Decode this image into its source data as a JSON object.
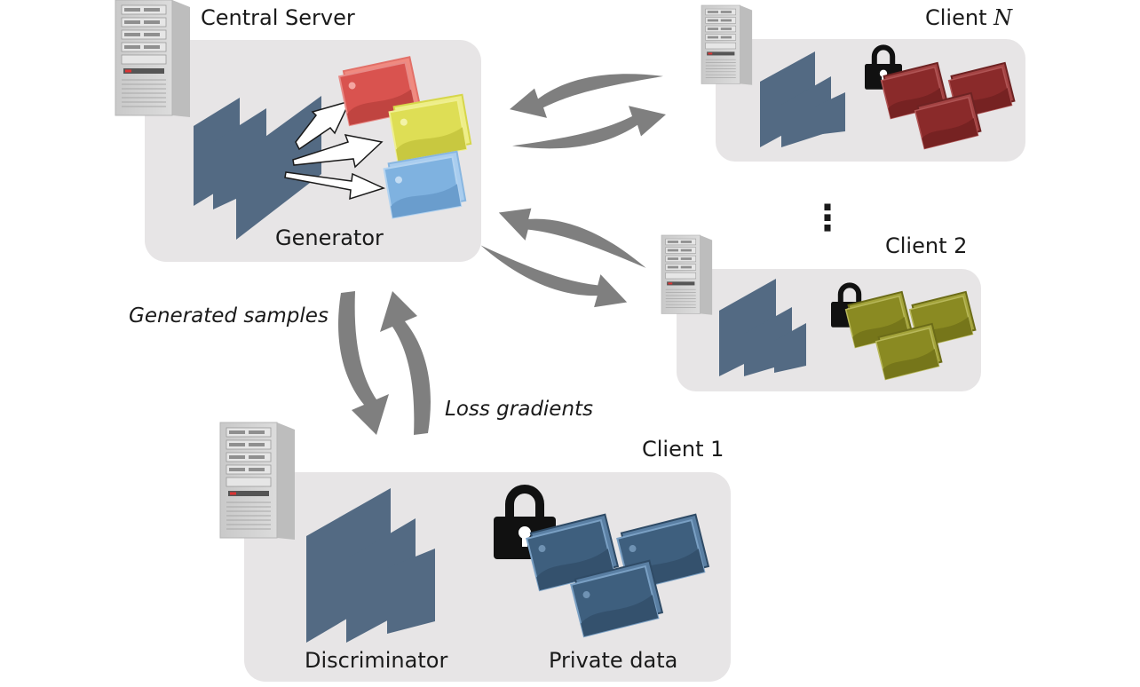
{
  "central_server": {
    "title": "Central Server",
    "generator_label": "Generator"
  },
  "client_n": {
    "title_prefix": "Client ",
    "title_var": "N"
  },
  "ellipsis": "⋮",
  "client_2": {
    "title": "Client 2"
  },
  "client_1": {
    "title": "Client 1",
    "discriminator_label": "Discriminator",
    "private_data_label": "Private data"
  },
  "flows": {
    "generated_samples": "Generated samples",
    "loss_gradients": "Loss gradients"
  },
  "colors": {
    "panel": "#e7e5e6",
    "network_layer": "#536a83",
    "arrow": "#7f7f7f",
    "sample_red": "#d9534f",
    "sample_yellow": "#dede55",
    "sample_blue": "#7fb2e0",
    "data_red": "#8a2a2a",
    "data_olive": "#8a8a22",
    "data_blue": "#3e5f7e"
  },
  "icons": [
    "server-icon",
    "lock-icon",
    "image-stack-icon",
    "exchange-arrows-icon"
  ]
}
